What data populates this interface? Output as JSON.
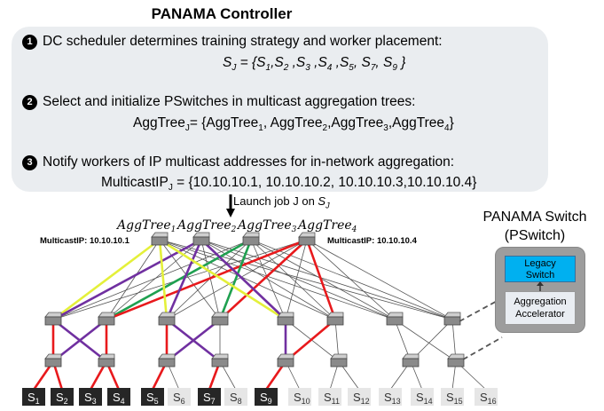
{
  "title": "PANAMA Controller",
  "steps": [
    {
      "num": "1",
      "text": "DC scheduler determines training strategy and worker placement:"
    },
    {
      "num": "2",
      "text": "Select and initialize PSwitches in multicast aggregation trees:"
    },
    {
      "num": "3",
      "text": "Notify workers of IP multicast addresses for in-network aggregation:"
    }
  ],
  "formulas": {
    "sj": "S_J = {S_1,S_2 ,S_3 ,S_4 ,S_5, S_7, S_9 }",
    "aggtree": "AggTree_J= {AggTree_1, AggTree_2,AggTree_3,AggTree_4}",
    "multicast": "MulticastIP_J = {10.10.10.1, 10.10.10.2, 10.10.10.3,10.10.10.4}"
  },
  "launch": {
    "prefix": "Launch job J on ",
    "var": "S",
    "sub": "J"
  },
  "agg_trees": [
    {
      "name": "AggTree",
      "sub": "1",
      "color": "#e4f03a"
    },
    {
      "name": "AggTree",
      "sub": "2",
      "color": "#7030a0"
    },
    {
      "name": "AggTree",
      "sub": "3",
      "color": "#1fa050"
    },
    {
      "name": "AggTree",
      "sub": "4",
      "color": "#e8191c"
    }
  ],
  "multicast_labels": {
    "left": "MulticastIP: 10.10.10.1",
    "right": "MulticastIP: 10.10.10.4"
  },
  "servers": [
    {
      "label": "S",
      "sub": "1",
      "selected": true
    },
    {
      "label": "S",
      "sub": "2",
      "selected": true
    },
    {
      "label": "S",
      "sub": "3",
      "selected": true
    },
    {
      "label": "S",
      "sub": "4",
      "selected": true
    },
    {
      "label": "S",
      "sub": "5",
      "selected": true
    },
    {
      "label": "S",
      "sub": "6",
      "selected": false
    },
    {
      "label": "S",
      "sub": "7",
      "selected": true
    },
    {
      "label": "S",
      "sub": "8",
      "selected": false
    },
    {
      "label": "S",
      "sub": "9",
      "selected": true
    },
    {
      "label": "S",
      "sub": "10",
      "selected": false
    },
    {
      "label": "S",
      "sub": "11",
      "selected": false
    },
    {
      "label": "S",
      "sub": "12",
      "selected": false
    },
    {
      "label": "S",
      "sub": "13",
      "selected": false
    },
    {
      "label": "S",
      "sub": "14",
      "selected": false
    },
    {
      "label": "S",
      "sub": "15",
      "selected": false
    },
    {
      "label": "S",
      "sub": "16",
      "selected": false
    }
  ],
  "pswitch": {
    "title_line1": "PANAMA Switch",
    "title_line2": "(PSwitch)",
    "legacy_line1": "Legacy",
    "legacy_line2": "Switch",
    "accel_line1": "Aggregation",
    "accel_line2": "Accelerator"
  },
  "colors": {
    "yellow": "#e4f03a",
    "purple": "#7030a0",
    "green": "#1fa050",
    "red": "#e8191c",
    "panel": "#eaedf0",
    "legacy": "#00b0f0",
    "selected_server": "#262626",
    "idle_server": "#e6e6e6"
  }
}
